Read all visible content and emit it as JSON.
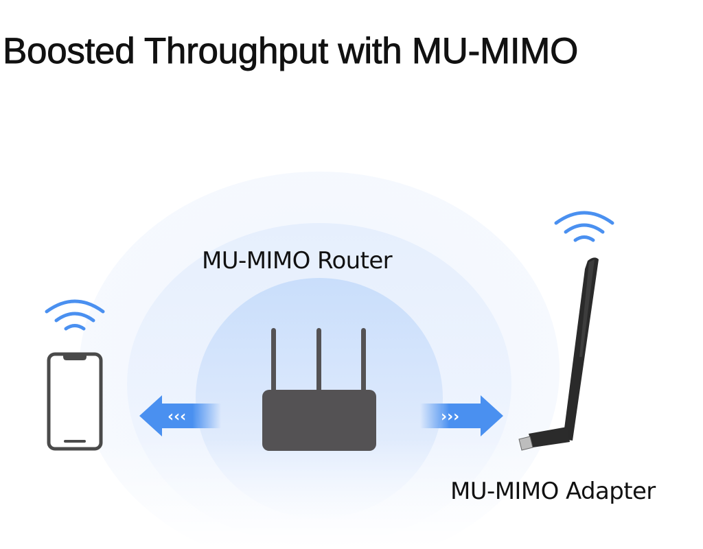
{
  "title": "Boosted Throughput with MU-MIMO",
  "labels": {
    "router": "MU-MIMO Router",
    "adapter": "MU-MIMO Adapter"
  },
  "devices": [
    {
      "name": "Smartphone",
      "icon": "smartphone-icon",
      "signal": "wifi-icon"
    },
    {
      "name": "MU-MIMO Router",
      "icon": "router-icon",
      "antennas": 3
    },
    {
      "name": "MU-MIMO Adapter",
      "icon": "usb-adapter-icon",
      "signal": "wifi-icon"
    }
  ],
  "arrows": [
    {
      "direction": "left",
      "glyph": "‹‹‹"
    },
    {
      "direction": "right",
      "glyph": "›››"
    }
  ],
  "colors": {
    "accent_blue": "#4a90f0",
    "wifi_blue": "#4a90f0",
    "device_gray": "#545254",
    "adapter_black": "#222222",
    "halo_outer": "#f4f8fe",
    "halo_mid": "#e7f0fd",
    "halo_inner": "#cfe2fc"
  }
}
